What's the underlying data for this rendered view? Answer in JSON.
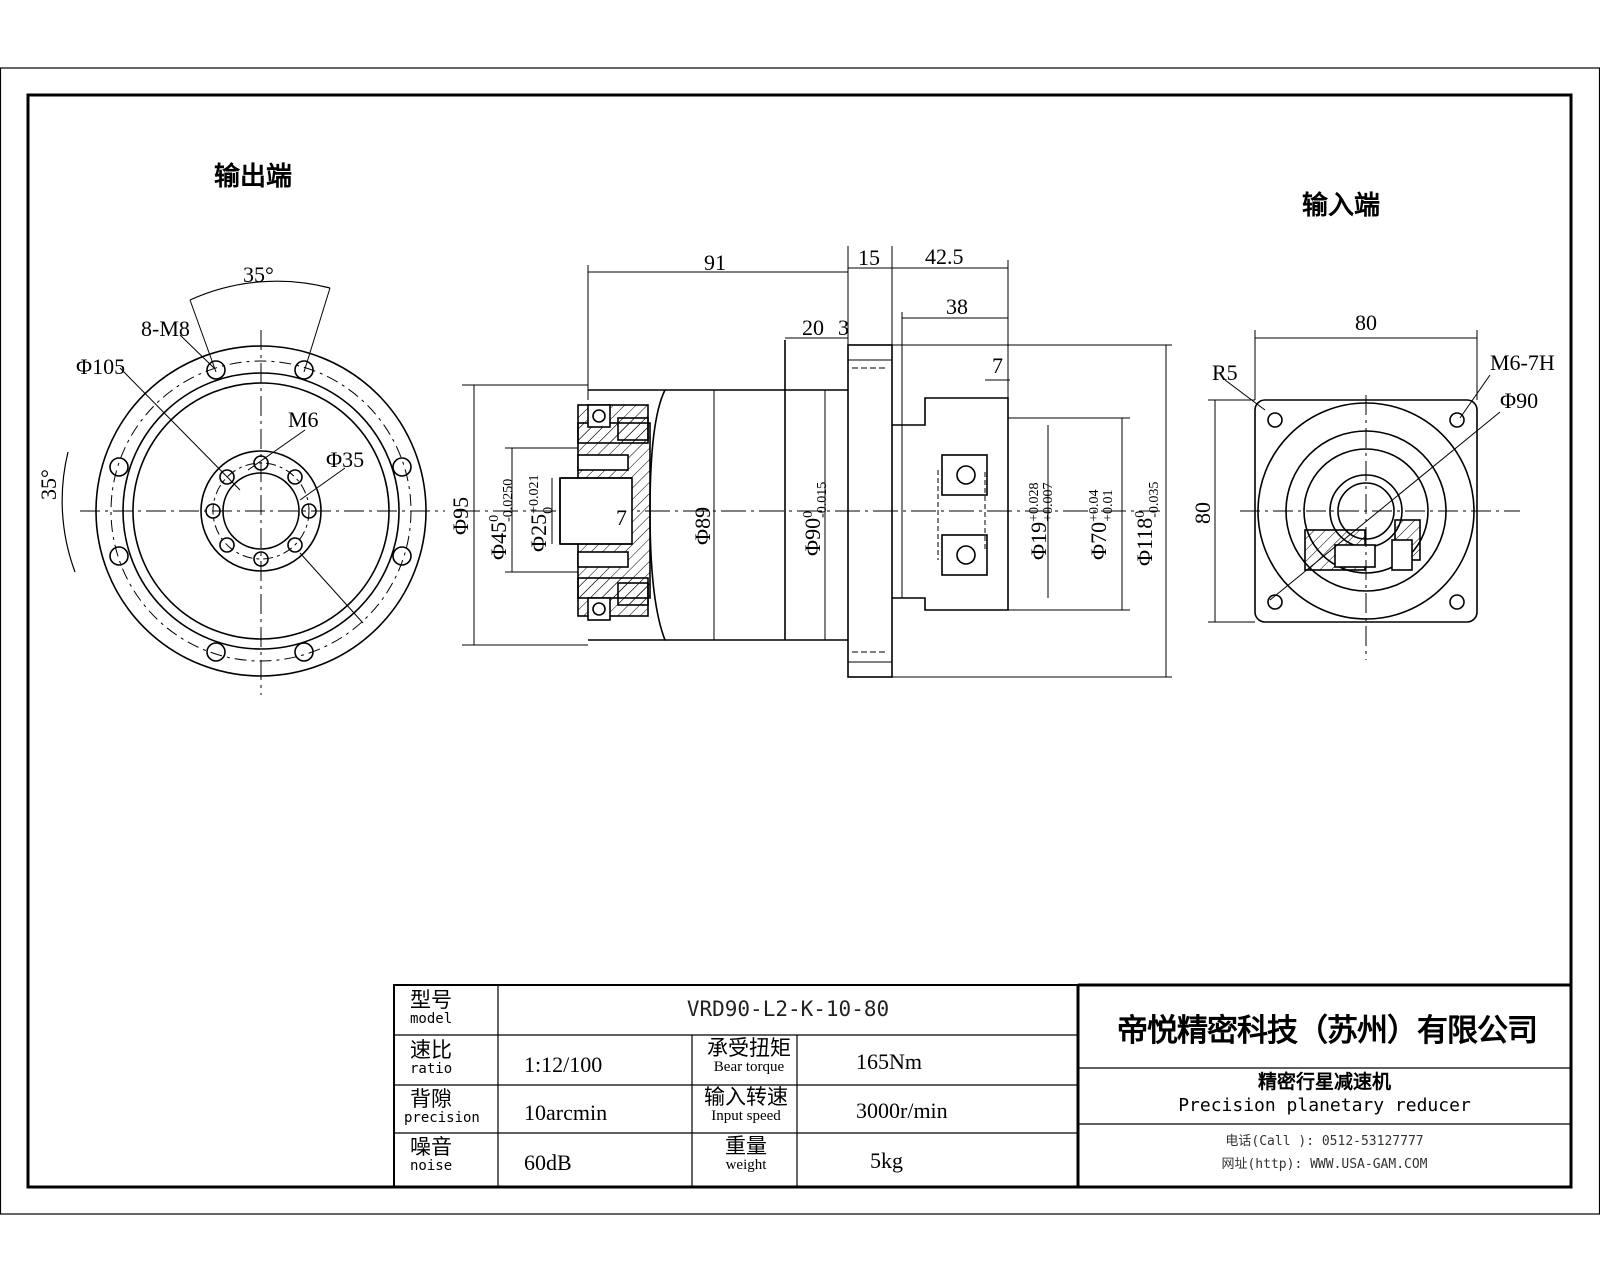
{
  "views": {
    "output_label": "输出端",
    "input_label": "输入端"
  },
  "output_view": {
    "angle_top": "35°",
    "angle_left": "35°",
    "holes_label": "8-M8",
    "dia_105": "Φ105",
    "m6": "M6",
    "dia_35": "Φ35"
  },
  "side_view": {
    "dim_91": "91",
    "dim_15": "15",
    "dim_42_5": "42.5",
    "dim_38": "38",
    "dim_20": "20",
    "dim_3": "3",
    "dim_7_top": "7",
    "dim_7_key": "7",
    "dia_95": "Φ95",
    "dia_45": "Φ45",
    "tol_45_up": "0",
    "tol_45_low": "-0.0250",
    "dia_25": "Φ25",
    "tol_25_up": "+0.021",
    "tol_25_low": "0",
    "dia_89": "Φ89",
    "dia_90": "Φ90",
    "tol_90_up": "0",
    "tol_90_low": "-0.015",
    "dia_19": "Φ19",
    "tol_19_up": "+0.028",
    "tol_19_low": "+0.007",
    "dia_70": "Φ70",
    "tol_70_up": "+0.04",
    "tol_70_low": "+0.01",
    "dia_118": "Φ118",
    "tol_118_up": "0",
    "tol_118_low": "-0.035"
  },
  "input_view": {
    "dim_80_top": "80",
    "dim_80_left": "80",
    "r5": "R5",
    "m6_7h": "M6-7H",
    "dia_90": "Φ90"
  },
  "spec_table": {
    "model_cn": "型号",
    "model_en": "model",
    "model_value": "VRD90-L2-K-10-80",
    "ratio_cn": "速比",
    "ratio_en": "ratio",
    "ratio_value": "1:12/100",
    "torque_cn": "承受扭矩",
    "torque_en": "Bear torque",
    "torque_value": "165Nm",
    "precision_cn": "背隙",
    "precision_en": "precision",
    "precision_value": "10arcmin",
    "speed_cn": "输入转速",
    "speed_en": "Input speed",
    "speed_value": "3000r/min",
    "noise_cn": "噪音",
    "noise_en": "noise",
    "noise_value": "60dB",
    "weight_cn": "重量",
    "weight_en": "weight",
    "weight_value": "5kg"
  },
  "company": {
    "name": "帝悦精密科技（苏州）有限公司",
    "product_cn": "精密行星减速机",
    "product_en": "Precision planetary reducer",
    "phone": "电话(Call ): 0512-53127777",
    "web": "网址(http): WWW.USA-GAM.COM"
  }
}
